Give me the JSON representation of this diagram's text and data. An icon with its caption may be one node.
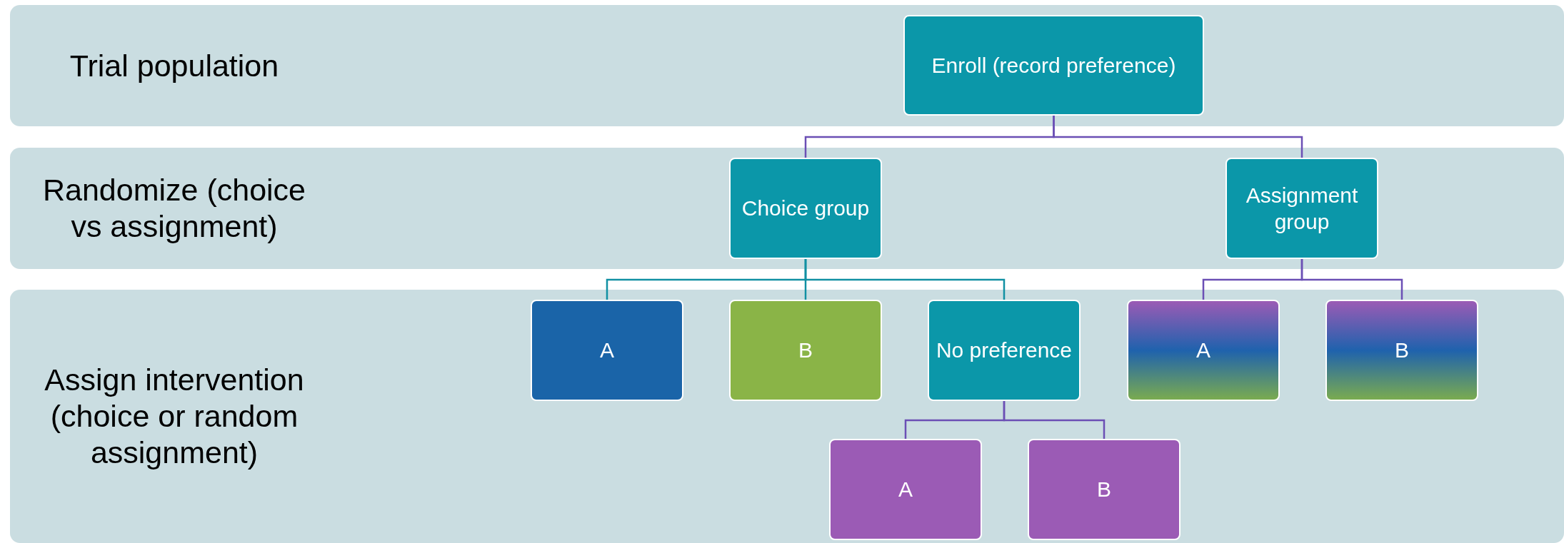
{
  "diagram": {
    "nodes": [
      {
        "text": [
          "Trial population"
        ]
      },
      {
        "text": [
          "Enroll (record preference)"
        ],
        "in": 0
      },
      {
        "text": [
          "Randomize (choice vs assignment)"
        ]
      },
      {
        "text": [
          "Choice group"
        ],
        "in": 2
      },
      {
        "text": [
          "Assignment group"
        ],
        "in": 2
      },
      {
        "text": [
          "Assign intervention (choice or random assignment)"
        ]
      },
      {
        "text": [
          "A"
        ],
        "in": 5
      },
      {
        "text": [
          "B"
        ],
        "in": 5
      },
      {
        "text": [
          "No preference"
        ],
        "in": 5
      },
      {
        "text": [
          "A"
        ],
        "in": 5
      },
      {
        "text": [
          "B"
        ],
        "in": 5
      },
      {
        "text": [
          "A"
        ],
        "in": 5
      },
      {
        "text": [
          "B"
        ],
        "in": 5
      }
    ],
    "edges": [
      {
        "from": 1,
        "to": 3,
        "arrow": "none"
      },
      {
        "from": 1,
        "to": 4,
        "arrow": "none"
      },
      {
        "from": 3,
        "to": 6,
        "arrow": "none",
        "color": "#1190a3"
      },
      {
        "from": 3,
        "to": 7,
        "arrow": "none",
        "color": "#1190a3"
      },
      {
        "from": 3,
        "to": 8,
        "arrow": "none",
        "color": "#1190a3"
      },
      {
        "from": 4,
        "to": 9,
        "arrow": "none"
      },
      {
        "from": 4,
        "to": 10,
        "arrow": "none"
      },
      {
        "from": 8,
        "to": 11,
        "arrow": "none"
      },
      {
        "from": 8,
        "to": 12,
        "arrow": "none"
      }
    ]
  }
}
